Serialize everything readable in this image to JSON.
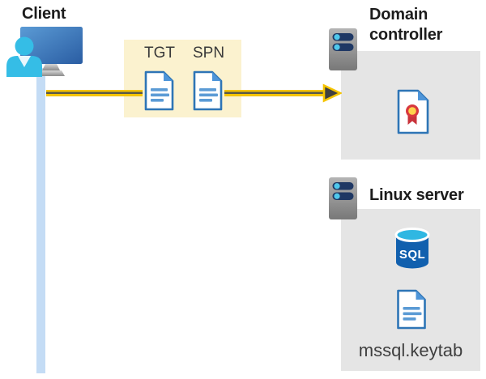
{
  "labels": {
    "client": "Client",
    "domain_controller": "Domain controller",
    "linux_server": "Linux server",
    "tgt": "TGT",
    "spn": "SPN",
    "keytab_file": "mssql.keytab",
    "sql": "SQL"
  },
  "colors": {
    "arrow_yellow": "#F5C400",
    "arrow_core": "#59594A",
    "arrowhead_dark": "#404040",
    "ticket_box_bg": "#FBF2CF",
    "server_box_bg": "#E5E5E5",
    "doc_border_blue": "#2E75B6",
    "doc_fold_blue": "#4E95D9",
    "doc_line_blue": "#5B9BD5",
    "person_cyan": "#35BDE6",
    "monitor_blue_light": "#5B9BD5",
    "monitor_blue_dark": "#2A5DA3",
    "client_line_blue": "#C4DCF5",
    "server_body_gray_top": "#B4B4B4",
    "server_body_gray_bottom": "#787878",
    "server_bar_navy": "#1F3864",
    "server_dot_cyan": "#4FC8EC",
    "sql_body_blue": "#1160AE",
    "sql_top_cyan": "#2FB7E2",
    "cert_red": "#D8383E",
    "cert_gold": "#FFD34D",
    "title_text": "#1C1C1C",
    "body_text": "#3F3F3F"
  }
}
